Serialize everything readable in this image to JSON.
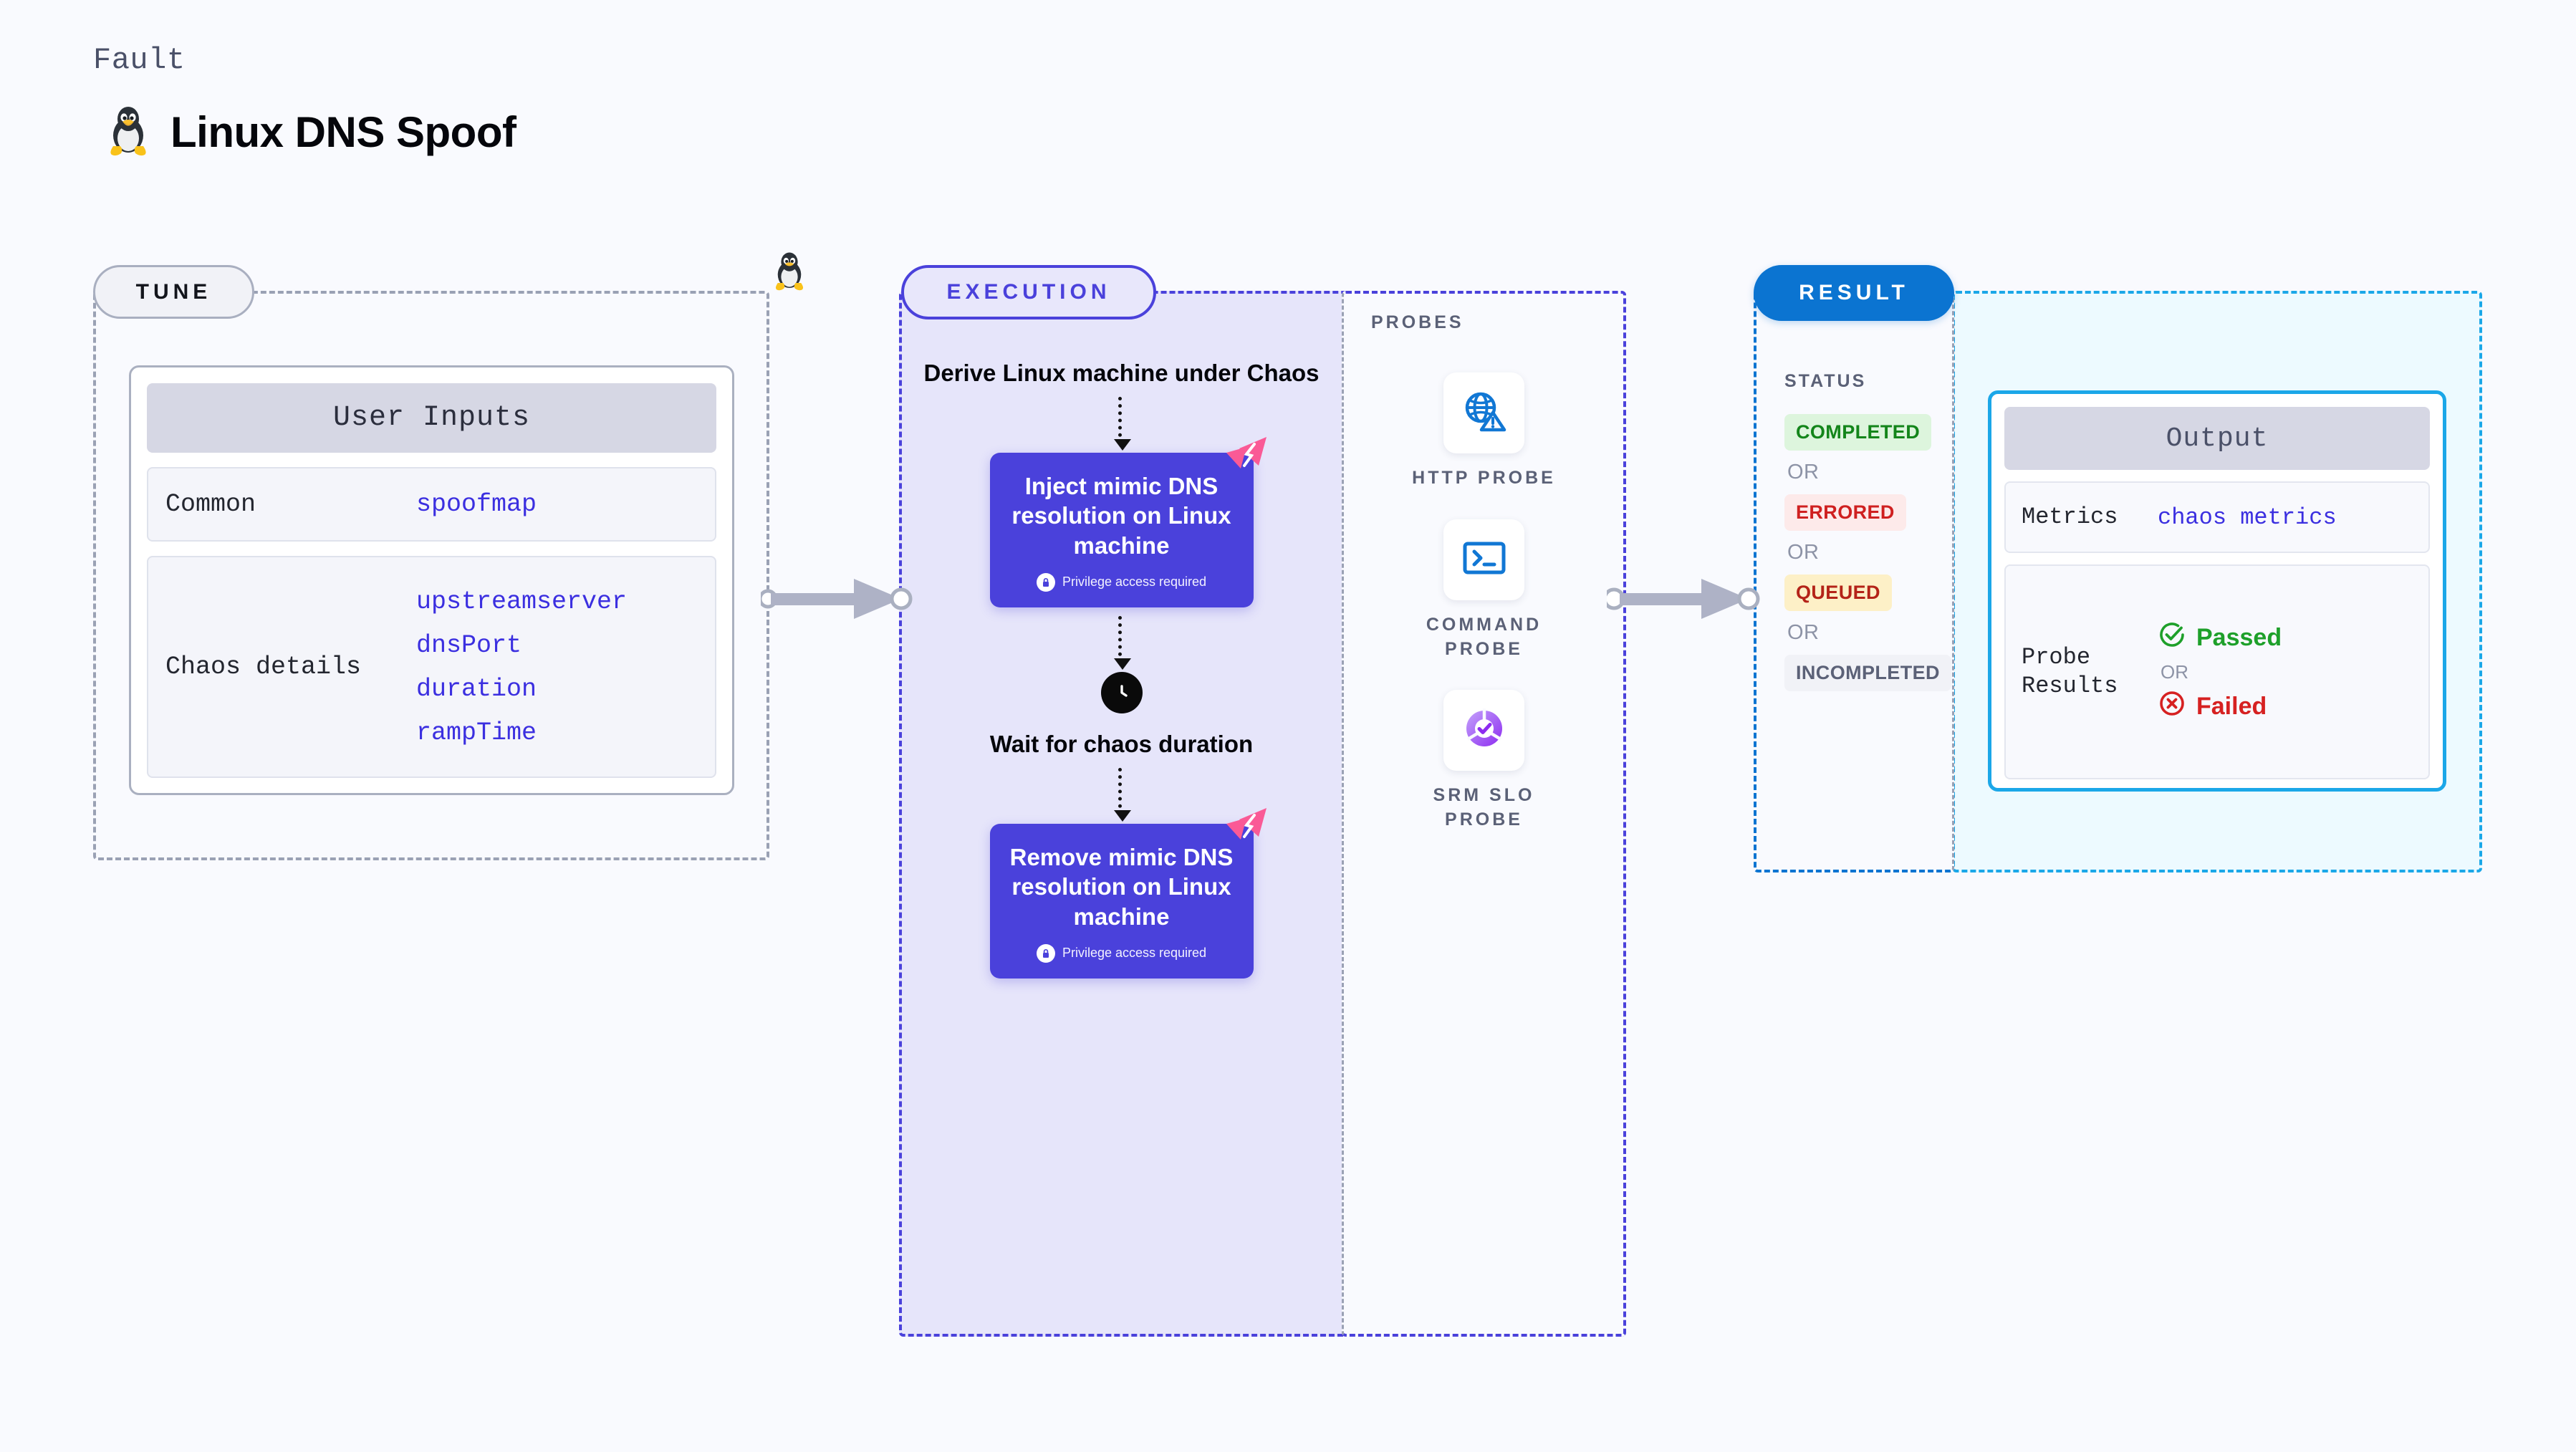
{
  "header": {
    "eyebrow": "Fault",
    "title": "Linux DNS Spoof",
    "icon": "linux-tux-penguin"
  },
  "tune": {
    "pill_label": "TUNE",
    "card_header": "User Inputs",
    "rows": [
      {
        "label": "Common",
        "values": [
          "spoofmap"
        ]
      },
      {
        "label": "Chaos details",
        "values": [
          "upstreamserver",
          "dnsPort",
          "duration",
          "rampTime"
        ]
      }
    ]
  },
  "execution": {
    "pill_label": "EXECUTION",
    "steps": [
      {
        "type": "caption",
        "text": "Derive Linux machine\nunder Chaos"
      },
      {
        "type": "action",
        "title": "Inject mimic DNS resolution on Linux machine",
        "note": "Privilege access required"
      },
      {
        "type": "wait",
        "text": "Wait for chaos\nduration",
        "icon": "clock-icon"
      },
      {
        "type": "action",
        "title": "Remove mimic DNS resolution on Linux machine",
        "note": "Privilege access required"
      }
    ]
  },
  "probes": {
    "title": "PROBES",
    "items": [
      {
        "label": "HTTP PROBE",
        "icon": "globe-warning-icon"
      },
      {
        "label": "COMMAND\nPROBE",
        "icon": "terminal-icon"
      },
      {
        "label": "SRM SLO\nPROBE",
        "icon": "slo-gauge-check-icon"
      }
    ]
  },
  "result": {
    "pill_label": "RESULT",
    "status_title": "STATUS",
    "or_label": "OR",
    "statuses": [
      {
        "label": "COMPLETED",
        "bg": "#ddf5dd",
        "fg": "#13851a"
      },
      {
        "label": "ERRORED",
        "bg": "#fdeaea",
        "fg": "#cf2020"
      },
      {
        "label": "QUEUED",
        "bg": "#fdf0c7",
        "fg": "#b42318"
      },
      {
        "label": "INCOMPLETED",
        "bg": "#f1f2f7",
        "fg": "#5b6177"
      }
    ],
    "output": {
      "header": "Output",
      "metrics_label": "Metrics",
      "metrics_value": "chaos metrics",
      "probe_results_label": "Probe\nResults",
      "passed_label": "Passed",
      "failed_label": "Failed",
      "or_label": "OR"
    }
  },
  "colors": {
    "background": "#f9fafe",
    "accent_purple": "#4a41db",
    "accent_blue": "#0b74d1",
    "accent_cyan": "#1ba7e8",
    "litmus_pink": "#fa5a96",
    "mono_value": "#3b2fe0",
    "success_green": "#1ea02a",
    "danger_red": "#d62121"
  }
}
